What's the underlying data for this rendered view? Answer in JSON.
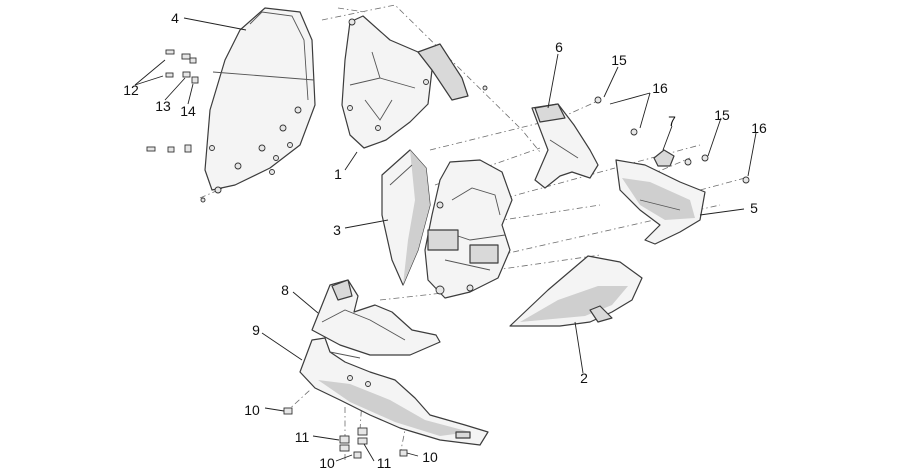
{
  "callouts": [
    {
      "id": "c1",
      "text": "1"
    },
    {
      "id": "c2",
      "text": "2"
    },
    {
      "id": "c3",
      "text": "3"
    },
    {
      "id": "c4",
      "text": "4"
    },
    {
      "id": "c5",
      "text": "5"
    },
    {
      "id": "c6",
      "text": "6"
    },
    {
      "id": "c7",
      "text": "7"
    },
    {
      "id": "c8",
      "text": "8"
    },
    {
      "id": "c9",
      "text": "9"
    },
    {
      "id": "c10a",
      "text": "10"
    },
    {
      "id": "c10b",
      "text": "10"
    },
    {
      "id": "c10c",
      "text": "10"
    },
    {
      "id": "c11a",
      "text": "11"
    },
    {
      "id": "c11b",
      "text": "11"
    },
    {
      "id": "c12",
      "text": "12"
    },
    {
      "id": "c13",
      "text": "13"
    },
    {
      "id": "c14",
      "text": "14"
    },
    {
      "id": "c15a",
      "text": "15"
    },
    {
      "id": "c15b",
      "text": "15"
    },
    {
      "id": "c16a",
      "text": "16"
    },
    {
      "id": "c16b",
      "text": "16"
    }
  ]
}
